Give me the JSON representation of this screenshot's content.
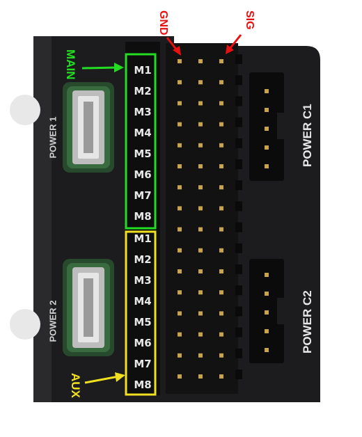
{
  "pin_headers": {
    "gnd_label": "GND",
    "sig_label": "SIG"
  },
  "main_group": {
    "label": "MAIN",
    "outputs": [
      "M1",
      "M2",
      "M3",
      "M4",
      "M5",
      "M6",
      "M7",
      "M8"
    ]
  },
  "aux_group": {
    "label": "AUX",
    "outputs": [
      "M1",
      "M2",
      "M3",
      "M4",
      "M5",
      "M6",
      "M7",
      "M8"
    ]
  },
  "power_ports": {
    "power1": "POWER 1",
    "power2": "POWER 2",
    "power_c1": "POWER C1",
    "power_c2": "POWER C2"
  },
  "colors": {
    "main_highlight": "#22dd22",
    "aux_highlight": "#f0e020",
    "annotation_red": "#e81010",
    "board_body": "#1c1c1e",
    "pin_gold": "#c9a44a"
  }
}
